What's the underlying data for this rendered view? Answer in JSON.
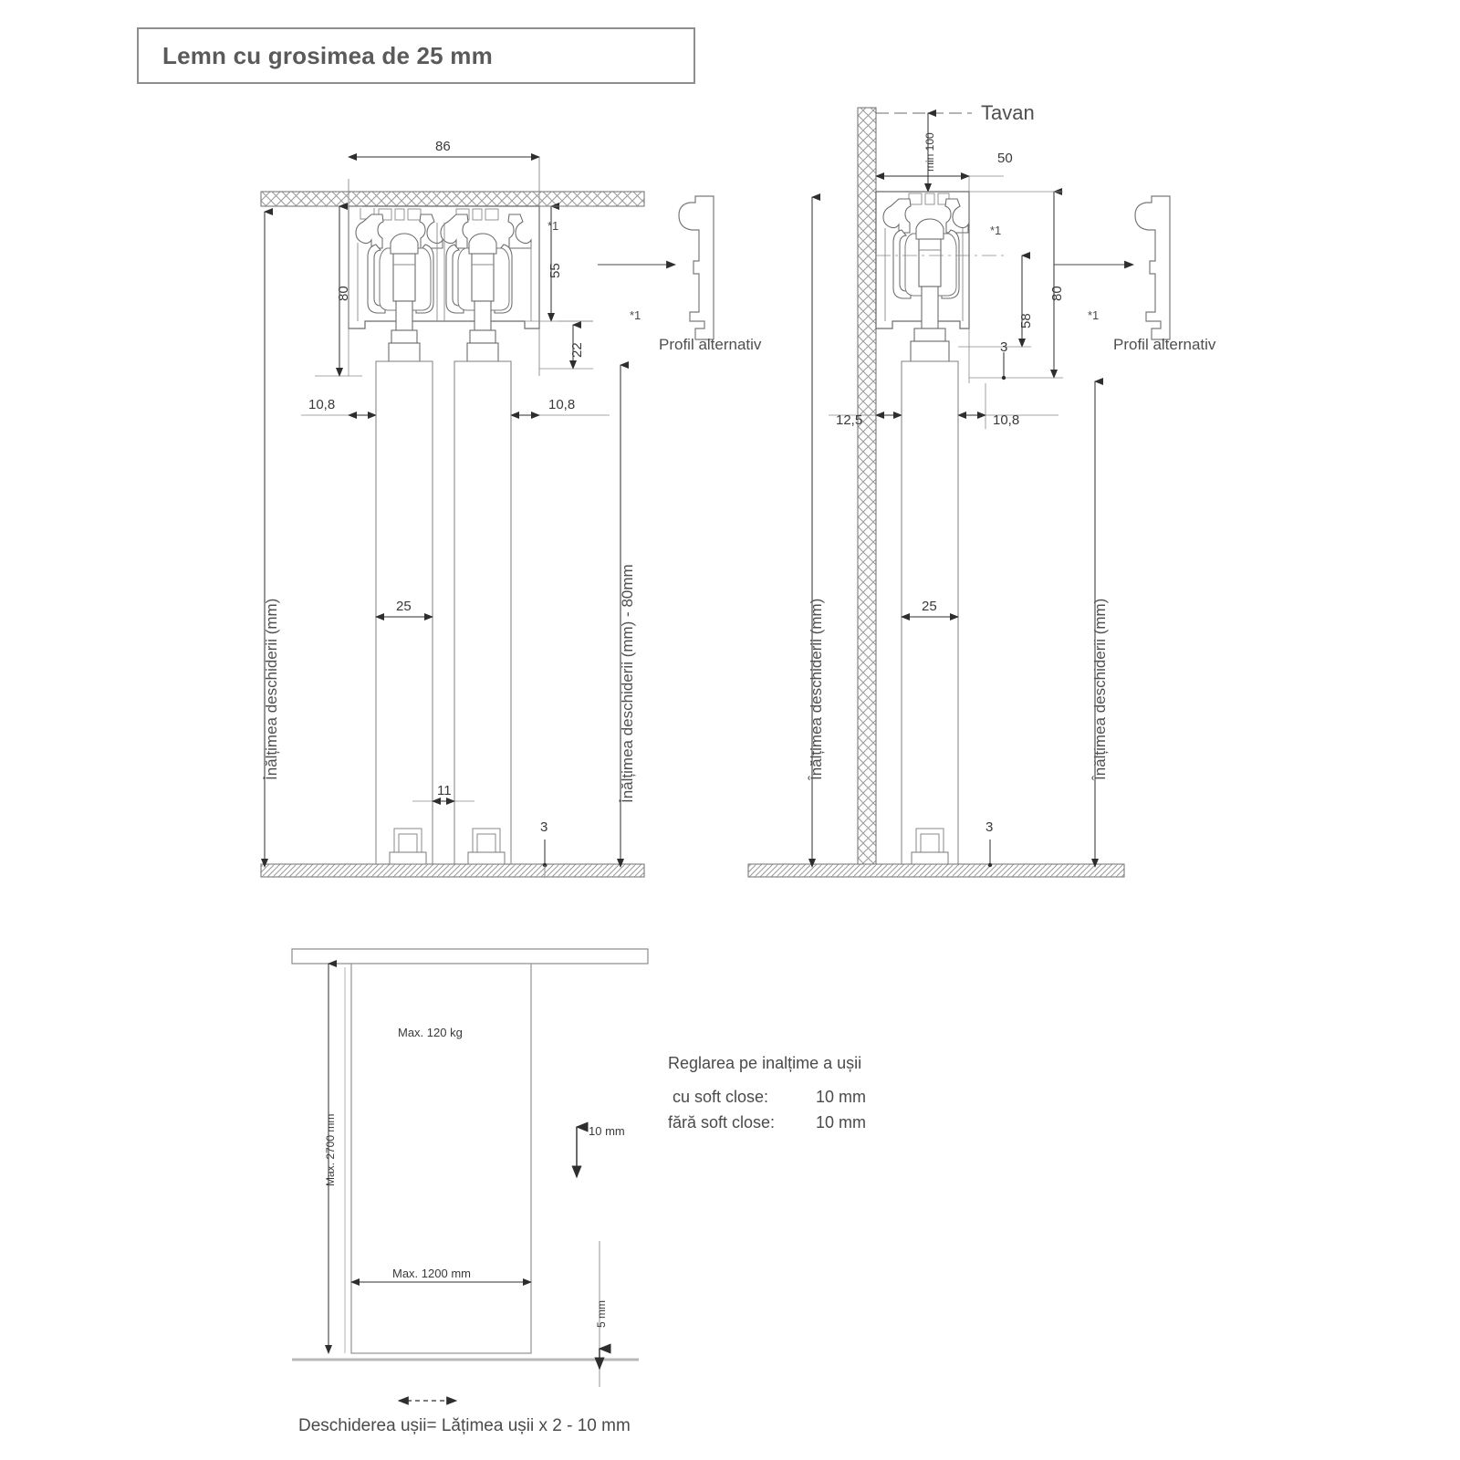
{
  "title": {
    "text": "Lemn cu grosimea de 25 mm"
  },
  "views": {
    "left_section": {
      "name": "double-track-ceiling-mount-section",
      "dimensions": {
        "rail_width": "86",
        "rail_total_height": "80",
        "rail_body_height": "55",
        "bracket_height": "22",
        "door_offset_left": "10,8",
        "door_offset_right": "10,8",
        "door_thickness": "25",
        "door_gap": "11",
        "floor_clearance": "3"
      },
      "labels": {
        "opening_height_left": "Înălțimea deschiderii (mm)",
        "opening_height_right": "Înălțimea deschiderii (mm) - 80mm",
        "alt_profile": "Profil alternativ",
        "footnote_marker": "*1"
      }
    },
    "right_section": {
      "name": "single-track-wall-mount-section",
      "dimensions": {
        "ceiling_min": "min 100",
        "rail_width": "50",
        "rail_total_height": "80",
        "rail_body_height": "58",
        "bracket_height": "3",
        "wall_offset": "12,5",
        "door_offset_right": "10,8",
        "door_thickness": "25",
        "floor_clearance": "3"
      },
      "labels": {
        "ceiling": "Tavan",
        "opening_height_left": "Înălțimea deschiderii (mm)",
        "opening_height_right": "Înălțimea deschiderii (mm)",
        "alt_profile": "Profil alternativ",
        "footnote_marker": "*1"
      }
    },
    "elevation": {
      "name": "door-elevation-front-view",
      "labels": {
        "max_weight": "Max. 120 kg",
        "max_height": "Max. 2700 mm",
        "max_width": "Max. 1200 mm",
        "height_adjust": "10 mm",
        "floor_gap": "5 mm",
        "formula": "Deschiderea ușii= Lățimea ușii x 2 - 10 mm"
      }
    }
  },
  "notes": {
    "heading": "Reglarea pe inalțime a ușii",
    "rows": [
      {
        "label": "cu soft close:",
        "value": "10 mm"
      },
      {
        "label": "fără soft close:",
        "value": "10 mm"
      }
    ]
  },
  "colors": {
    "line": "#6b6b6b",
    "line_light": "#9a9a9a",
    "text": "#4a4a4a",
    "border": "#8d8d8d"
  }
}
